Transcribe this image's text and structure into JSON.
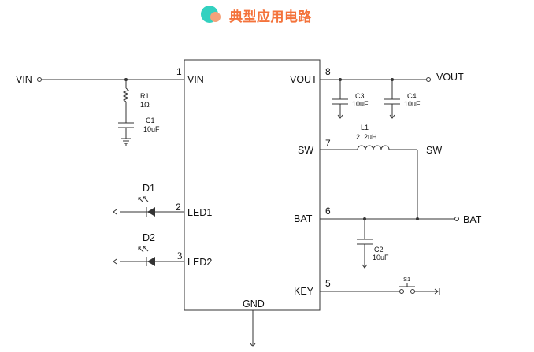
{
  "header": {
    "title": "典型应用电路"
  },
  "ic": {
    "pins": [
      {
        "num": "1",
        "name": "VIN"
      },
      {
        "num": "2",
        "name": "LED1"
      },
      {
        "num": "3",
        "name": "LED2"
      },
      {
        "num": "8",
        "name": "VOUT"
      },
      {
        "num": "7",
        "name": "SW"
      },
      {
        "num": "6",
        "name": "BAT"
      },
      {
        "num": "5",
        "name": "KEY"
      }
    ],
    "gnd": "GND"
  },
  "nets": {
    "vin": "VIN",
    "vout": "VOUT",
    "sw": "SW",
    "bat": "BAT"
  },
  "components": {
    "r1": {
      "ref": "R1",
      "value": "1Ω"
    },
    "c1": {
      "ref": "C1",
      "value": "10uF"
    },
    "c2": {
      "ref": "C2",
      "value": "10uF"
    },
    "c3": {
      "ref": "C3",
      "value": "10uF"
    },
    "c4": {
      "ref": "C4",
      "value": "10uF"
    },
    "l1": {
      "ref": "L1",
      "value": "2. 2uH"
    },
    "d1": {
      "ref": "D1"
    },
    "d2": {
      "ref": "D2"
    },
    "s1": {
      "ref": "S1"
    }
  }
}
